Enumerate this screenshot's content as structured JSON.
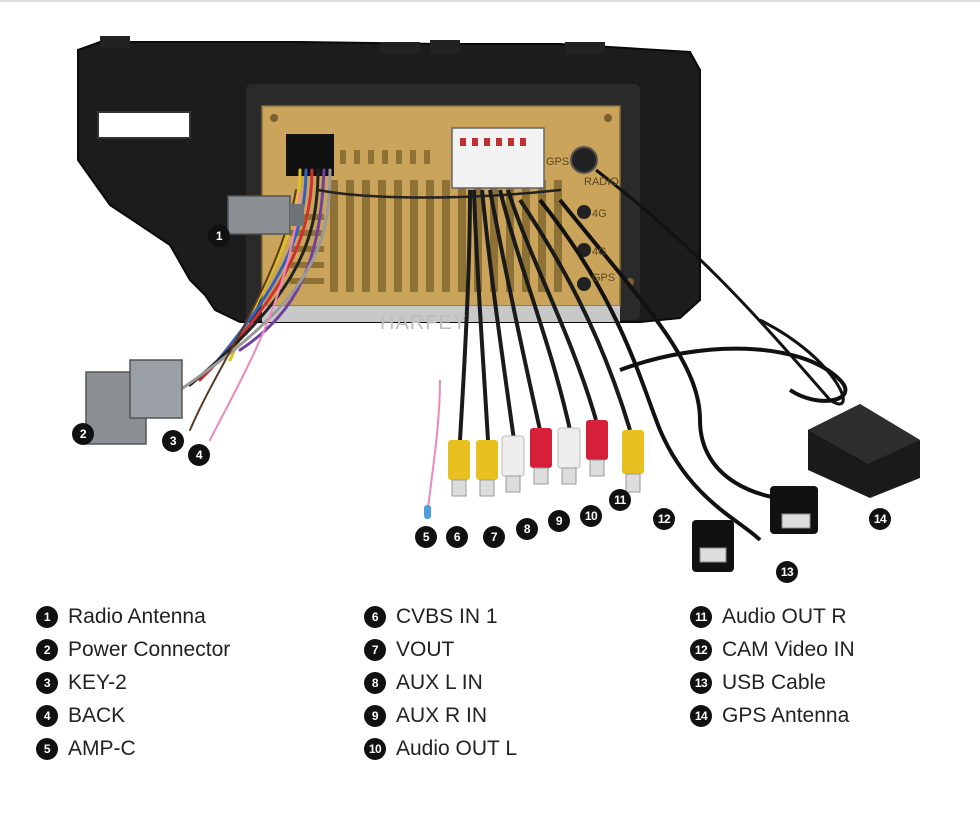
{
  "brand": "HARFEY",
  "panel_labels": {
    "gps": "GPS",
    "radio": "RADIO",
    "port_a": "4G",
    "port_b": "4G",
    "port_c": "GPS"
  },
  "legend": [
    {
      "num": "1",
      "text": "Radio Antenna"
    },
    {
      "num": "2",
      "text": "Power Connector"
    },
    {
      "num": "3",
      "text": "KEY-2"
    },
    {
      "num": "4",
      "text": "BACK"
    },
    {
      "num": "5",
      "text": "AMP-C"
    },
    {
      "num": "6",
      "text": "CVBS IN 1"
    },
    {
      "num": "7",
      "text": "VOUT"
    },
    {
      "num": "8",
      "text": "AUX L IN"
    },
    {
      "num": "9",
      "text": "AUX R IN"
    },
    {
      "num": "10",
      "text": "Audio OUT L"
    },
    {
      "num": "11",
      "text": "Audio OUT R"
    },
    {
      "num": "12",
      "text": "CAM Video IN"
    },
    {
      "num": "13",
      "text": "USB Cable"
    },
    {
      "num": "14",
      "text": "GPS Antenna"
    }
  ],
  "colors": {
    "panel_gold": "#c9a45a",
    "frame_black": "#1c1c1c",
    "rca_yellow": "#e8c020",
    "rca_red": "#d6203a",
    "rca_white": "#eeeeee",
    "connector_grey": "#8a8f94"
  }
}
